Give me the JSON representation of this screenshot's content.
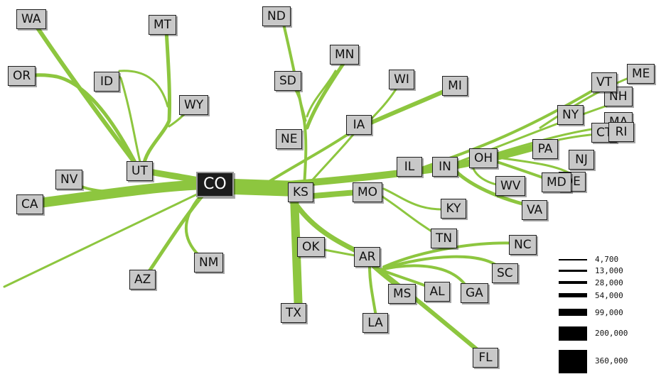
{
  "map": {
    "origin": {
      "code": "CO"
    },
    "states": [
      {
        "code": "WA"
      },
      {
        "code": "MT"
      },
      {
        "code": "OR"
      },
      {
        "code": "ID"
      },
      {
        "code": "WY"
      },
      {
        "code": "UT"
      },
      {
        "code": "NV"
      },
      {
        "code": "CA"
      },
      {
        "code": "AZ"
      },
      {
        "code": "NM"
      },
      {
        "code": "ND"
      },
      {
        "code": "MN"
      },
      {
        "code": "SD"
      },
      {
        "code": "WI"
      },
      {
        "code": "MI"
      },
      {
        "code": "IA"
      },
      {
        "code": "NE"
      },
      {
        "code": "KS"
      },
      {
        "code": "MO"
      },
      {
        "code": "IL"
      },
      {
        "code": "IN"
      },
      {
        "code": "OH"
      },
      {
        "code": "KY"
      },
      {
        "code": "TN"
      },
      {
        "code": "WV"
      },
      {
        "code": "VA"
      },
      {
        "code": "PA"
      },
      {
        "code": "NJ"
      },
      {
        "code": "MD"
      },
      {
        "code": "DE"
      },
      {
        "code": "NY"
      },
      {
        "code": "VT"
      },
      {
        "code": "NH"
      },
      {
        "code": "ME"
      },
      {
        "code": "MA"
      },
      {
        "code": "CT"
      },
      {
        "code": "RI"
      },
      {
        "code": "OK"
      },
      {
        "code": "TX"
      },
      {
        "code": "AR"
      },
      {
        "code": "MS"
      },
      {
        "code": "AL"
      },
      {
        "code": "GA"
      },
      {
        "code": "LA"
      },
      {
        "code": "FL"
      },
      {
        "code": "NC"
      },
      {
        "code": "SC"
      }
    ],
    "flow_color": "#8dc63f"
  },
  "legend": {
    "entries": [
      {
        "value": 4700,
        "label": "4,700"
      },
      {
        "value": 13000,
        "label": "13,000"
      },
      {
        "value": 28000,
        "label": "28,000"
      },
      {
        "value": 54000,
        "label": "54,000"
      },
      {
        "value": 99000,
        "label": "99,000"
      },
      {
        "value": 200000,
        "label": "200,000"
      },
      {
        "value": 360000,
        "label": "360,000"
      }
    ]
  }
}
